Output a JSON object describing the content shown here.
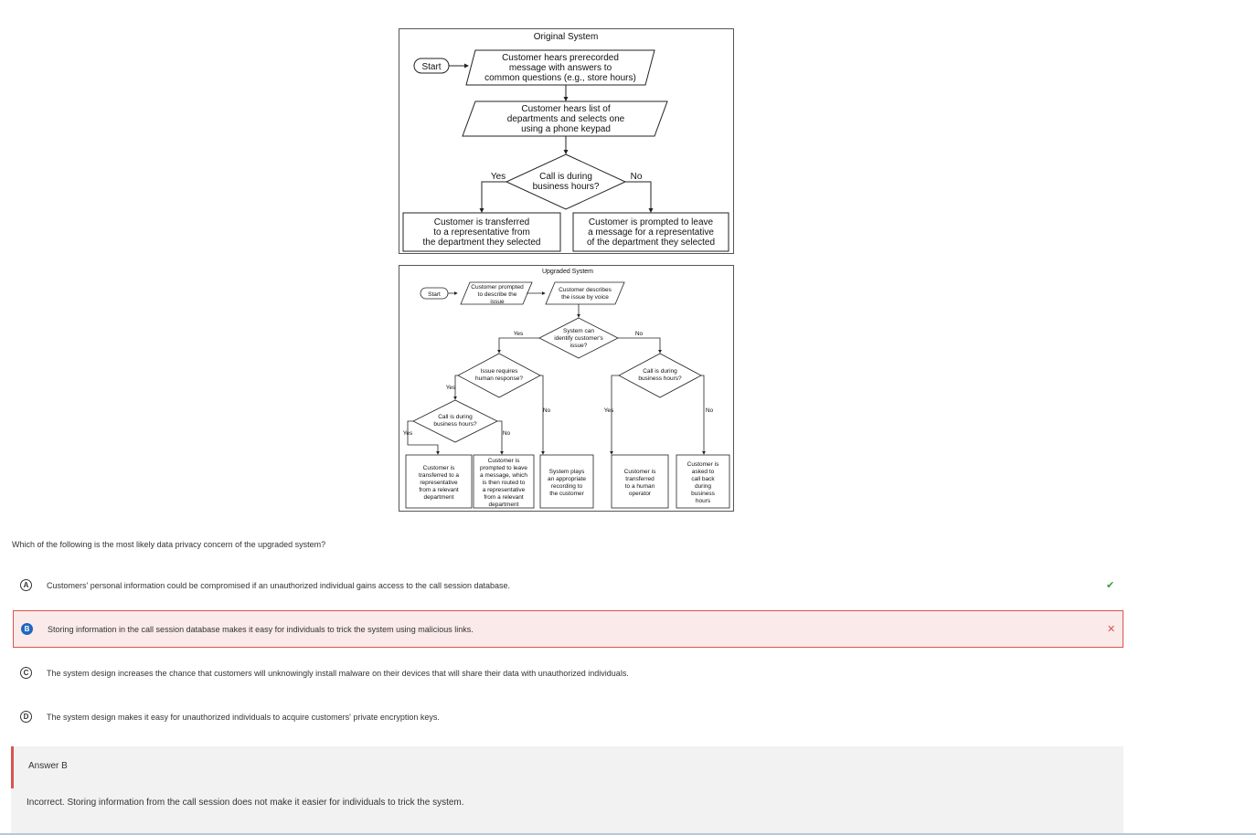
{
  "figure": {
    "original": {
      "title": "Original System",
      "start": "Start",
      "step1": [
        "Customer hears prerecorded",
        "message with answers to",
        "common questions (e.g., store hours)"
      ],
      "step2": [
        "Customer hears list of",
        "departments and selects one",
        "using a phone keypad"
      ],
      "decision": [
        "Call is during",
        "business hours?"
      ],
      "yes": "Yes",
      "no": "No",
      "outcome_yes": [
        "Customer is transferred",
        "to a representative from",
        "the department they selected"
      ],
      "outcome_no": [
        "Customer is prompted to leave",
        "a message for a representative",
        "of the department they selected"
      ]
    },
    "upgraded": {
      "title": "Upgraded System",
      "start": "Start",
      "step1": [
        "Customer prompted",
        "to describe the",
        "issue"
      ],
      "step2": [
        "Customer describes",
        "the issue by voice"
      ],
      "decision1": [
        "System can",
        "identify customer's",
        "issue?"
      ],
      "decision2": [
        "Issue requires",
        "human response?"
      ],
      "decision3": [
        "Call is during",
        "business hours?"
      ],
      "decision4": [
        "Call is during",
        "business hours?"
      ],
      "yes": "Yes",
      "no": "No",
      "outcome1": [
        "Customer is",
        "transferred to a",
        "representative",
        "from a relevant",
        "department"
      ],
      "outcome2": [
        "Customer is",
        "prompted to leave",
        "a message, which",
        "is then routed to",
        "a representative",
        "from a relevant",
        "department"
      ],
      "outcome3": [
        "System plays",
        "an appropriate",
        "recording to",
        "the customer"
      ],
      "outcome4": [
        "Customer is",
        "transferred",
        "to a human",
        "operator"
      ],
      "outcome5": [
        "Customer is",
        "asked to",
        "call back",
        "during",
        "business",
        "hours"
      ]
    }
  },
  "question": "Which of the following is the most likely data privacy concern of the upgraded system?",
  "choices": [
    {
      "letter": "A",
      "text": "Customers' personal information could be compromised if an unauthorized individual gains access to the call session database.",
      "mark": "✔"
    },
    {
      "letter": "B",
      "text": "Storing information in the call session database makes it easy for individuals to trick the system using malicious links.",
      "mark": "✕"
    },
    {
      "letter": "C",
      "text": "The system design increases the chance that customers will unknowingly install malware on their devices that will share their data with unauthorized individuals.",
      "mark": ""
    },
    {
      "letter": "D",
      "text": "The system design makes it easy for unauthorized individuals to acquire customers' private encryption keys.",
      "mark": ""
    }
  ],
  "feedback": {
    "answer_label": "Answer B",
    "text": "Incorrect. Storing information from the call session does not make it easier for individuals to trick the system."
  },
  "colors": {
    "selected": "#1f66c0",
    "error": "#d9534f",
    "correct": "#3c9a3c"
  }
}
